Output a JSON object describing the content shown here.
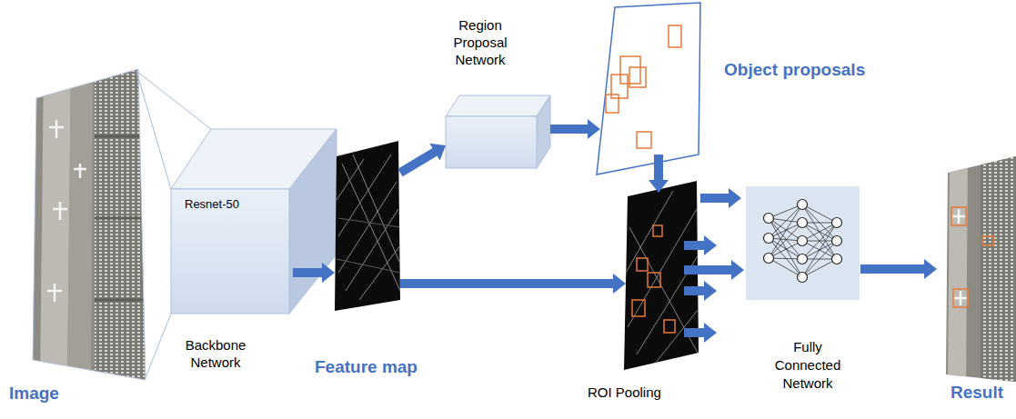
{
  "diagram": {
    "nodes": [
      {
        "text": [
          "Image"
        ]
      },
      {
        "text": [
          "Resnet-50",
          "Backbone Network"
        ]
      },
      {
        "text": [
          "Feature map"
        ]
      },
      {
        "text": [
          "Region Proposal Network"
        ]
      },
      {
        "text": [
          "Object proposals"
        ]
      },
      {
        "text": [
          "ROI Pooling"
        ]
      },
      {
        "text": [
          "Fully Connected Network"
        ]
      },
      {
        "text": [
          "Result"
        ]
      }
    ],
    "edges": [
      {
        "from": 0,
        "to": 1,
        "arrow": "none"
      },
      {
        "from": 1,
        "to": 2,
        "arrow": "to"
      },
      {
        "from": 2,
        "to": 3,
        "arrow": "to"
      },
      {
        "from": 3,
        "to": 4,
        "arrow": "to"
      },
      {
        "from": 4,
        "to": 5,
        "arrow": "to"
      },
      {
        "from": 2,
        "to": 5,
        "arrow": "to"
      },
      {
        "from": 5,
        "to": 6,
        "arrow": "to"
      },
      {
        "from": 6,
        "to": 7,
        "arrow": "to"
      }
    ]
  }
}
